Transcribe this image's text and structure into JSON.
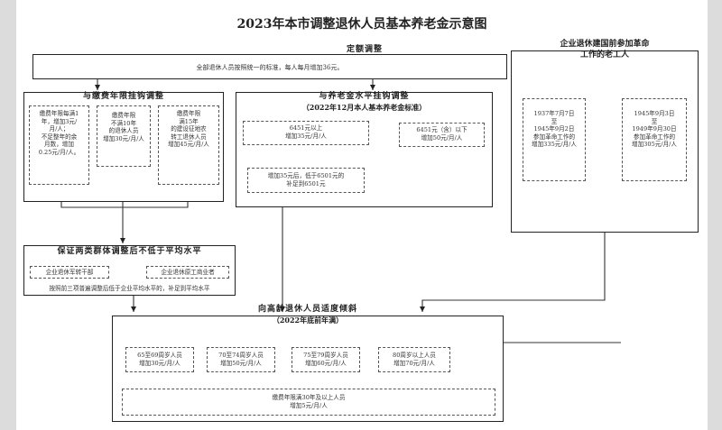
{
  "title": "2023年本市调整退休人员基本养老金示意图",
  "fixed": {
    "heading": "定额调整",
    "text": "全部退休人员按照统一的标准，每人每月增加36元。"
  },
  "years": {
    "heading": "与缴费年限挂钩调整",
    "items": [
      "缴费年限每满1\n年，增加3元/\n月/人；\n不足整年的余\n月数，增加\n0.25元/月/人。",
      "缴费年限\n不满10年\n的退休人员\n增加30元/月/人",
      "缴费年限\n满15年\n的建设征地农\n转工退休人员\n增加45元/月/人"
    ]
  },
  "pension": {
    "heading": "与养老金水平挂钩调整",
    "subheading": "（2022年12月本人基本养老金标准）",
    "above": "6451元以上\n增加35元/月/人",
    "below": "6451元（含）以下\n增加50元/月/人",
    "topup": "增加35元后，低于6501元的\n补足到6501元"
  },
  "veterans": {
    "heading": "企业退休建国前参加革命\n工作的老工人",
    "items": [
      "1937年7月7日\n至\n1945年9月2日\n参加革命工作的\n增加335元/月/人",
      "1945年9月3日\n至\n1949年9月30日\n参加革命工作的\n增加305元/月/人"
    ]
  },
  "guarantee": {
    "heading": "保证两类群体调整后不低于平均水平",
    "items": [
      "企业退休军转干部",
      "企业退休原工商业者"
    ],
    "note": "按照前三项普遍调整后低于企业平均水平的，补足到平均水平"
  },
  "elderly": {
    "heading": "向高龄退休人员适度倾斜",
    "subheading": "（2022年底前年满）",
    "items": [
      "65至69周岁人员\n增加30元/月/人",
      "70至74周岁人员\n增加50元/月/人",
      "75至79周岁人员\n增加60元/月/人",
      "80周岁以上人员\n增加70元/月/人"
    ],
    "bottom": "缴费年限满30年及以上人员\n增加5元/月/人"
  }
}
